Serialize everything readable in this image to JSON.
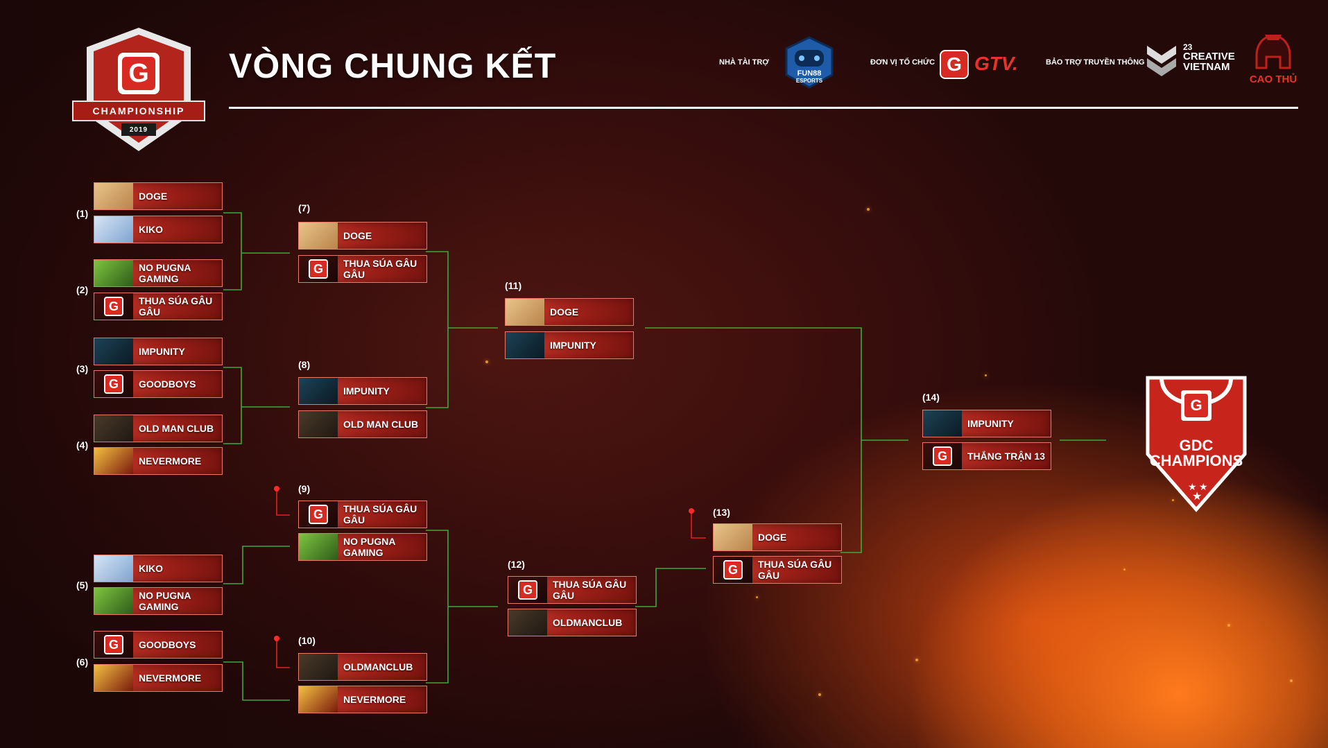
{
  "logo": {
    "brand_letter": "G",
    "name": "CHAMPIONSHIP",
    "year": "2019"
  },
  "header": {
    "title": "VÒNG CHUNG KẾT",
    "sponsors": [
      {
        "label": "NHÀ TÀI TRỢ",
        "logo_text_1": "FUN88",
        "logo_text_2": "ESPORTS"
      },
      {
        "label": "ĐƠN VỊ TỔ CHỨC",
        "logo_letter": "G",
        "logo_text": "GTV."
      },
      {
        "label": "BẢO TRỢ TRUYỀN THÔNG",
        "logo_text_1": "23",
        "logo_text_2": "CREATIVE",
        "logo_text_3": "VIETNAM",
        "logo_text_4": "CAO THỦ"
      }
    ]
  },
  "bracket": {
    "matches": [
      {
        "label": "(1)",
        "teams": [
          {
            "name": "DOGE",
            "icon": "doge-icon"
          },
          {
            "name": "KIKO",
            "icon": "kiko-icon"
          }
        ]
      },
      {
        "label": "(2)",
        "teams": [
          {
            "name": "NO PUGNA GAMING",
            "icon": "pugna-icon"
          },
          {
            "name": "THUA SÚA GÂU GÂU",
            "icon": "g-badge-icon"
          }
        ]
      },
      {
        "label": "(3)",
        "teams": [
          {
            "name": "IMPUNITY",
            "icon": "impunity-icon"
          },
          {
            "name": "GOODBOYS",
            "icon": "g-badge-icon"
          }
        ]
      },
      {
        "label": "(4)",
        "teams": [
          {
            "name": "OLD MAN CLUB",
            "icon": "oldman-icon"
          },
          {
            "name": "NEVERMORE",
            "icon": "nevermore-icon"
          }
        ]
      },
      {
        "label": "(5)",
        "teams": [
          {
            "name": "KIKO",
            "icon": "kiko-icon"
          },
          {
            "name": "NO PUGNA GAMING",
            "icon": "pugna-icon"
          }
        ]
      },
      {
        "label": "(6)",
        "teams": [
          {
            "name": "GOODBOYS",
            "icon": "g-badge-icon"
          },
          {
            "name": "NEVERMORE",
            "icon": "nevermore-icon"
          }
        ]
      },
      {
        "label": "(7)",
        "teams": [
          {
            "name": "DOGE",
            "icon": "doge-icon"
          },
          {
            "name": "THUA SÚA GÂU GÂU",
            "icon": "g-badge-icon"
          }
        ]
      },
      {
        "label": "(8)",
        "teams": [
          {
            "name": "IMPUNITY",
            "icon": "impunity-icon"
          },
          {
            "name": "OLD MAN CLUB",
            "icon": "oldman-icon"
          }
        ]
      },
      {
        "label": "(9)",
        "teams": [
          {
            "name": "THUA SÚA GÂU GÂU",
            "icon": "g-badge-icon"
          },
          {
            "name": "NO PUGNA GAMING",
            "icon": "pugna-icon"
          }
        ]
      },
      {
        "label": "(10)",
        "teams": [
          {
            "name": "OLDMANCLUB",
            "icon": "oldman-icon"
          },
          {
            "name": "NEVERMORE",
            "icon": "nevermore-icon"
          }
        ]
      },
      {
        "label": "(11)",
        "teams": [
          {
            "name": "DOGE",
            "icon": "doge-icon"
          },
          {
            "name": "IMPUNITY",
            "icon": "impunity-icon"
          }
        ]
      },
      {
        "label": "(12)",
        "teams": [
          {
            "name": "THUA SÚA GÂU GÂU",
            "icon": "g-badge-icon"
          },
          {
            "name": "OLDMANCLUB",
            "icon": "oldman-icon"
          }
        ]
      },
      {
        "label": "(13)",
        "teams": [
          {
            "name": "DOGE",
            "icon": "doge-icon"
          },
          {
            "name": "THUA SÚA GÂU GÂU",
            "icon": "g-badge-icon"
          }
        ]
      },
      {
        "label": "(14)",
        "teams": [
          {
            "name": "IMPUNITY",
            "icon": "impunity-icon"
          },
          {
            "name": "THẮNG TRẬN 13",
            "icon": "g-badge-icon"
          }
        ]
      }
    ]
  },
  "trophy": {
    "line1": "GDC",
    "line2": "CHAMPIONS",
    "badge_letter": "G"
  },
  "colors": {
    "accent": "#d72a22",
    "connector": "#3fa83a",
    "loser_marker": "#e02020"
  }
}
